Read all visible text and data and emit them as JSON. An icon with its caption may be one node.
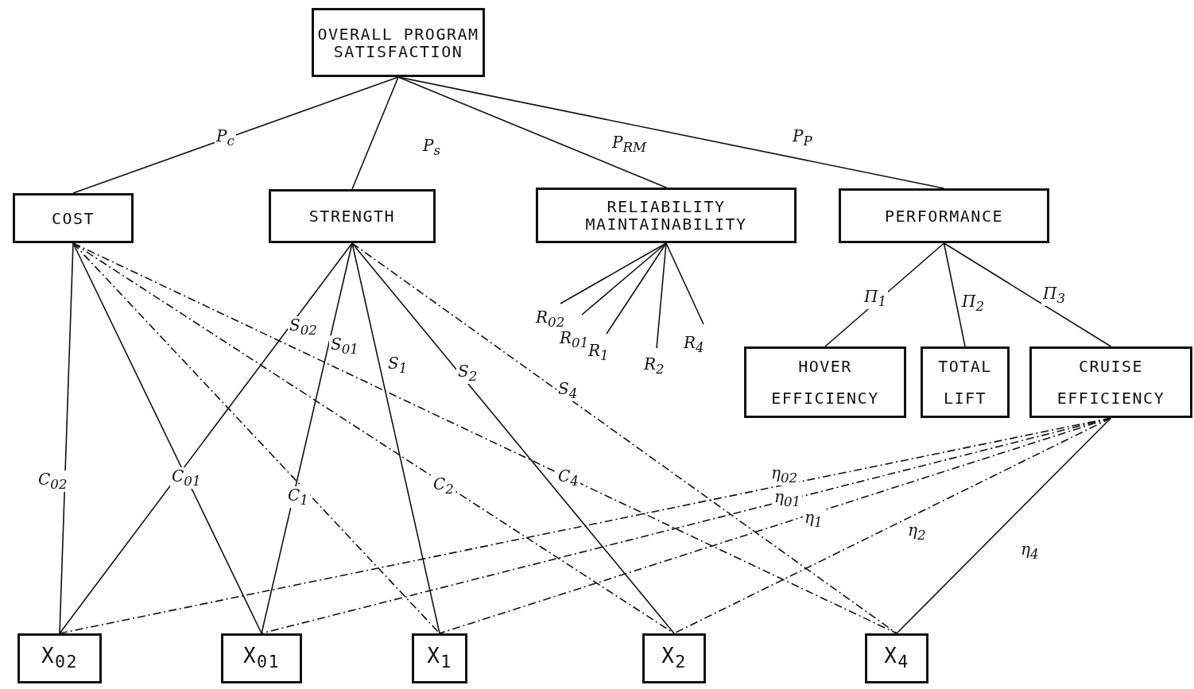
{
  "diagram": {
    "nodes": [
      {
        "text": [
          "OVERALL PROGRAM SATISFACTION"
        ]
      },
      {
        "text": [
          "COST"
        ]
      },
      {
        "text": [
          "STRENGTH"
        ]
      },
      {
        "text": [
          "RELIABILITY MAINTAINABILITY"
        ]
      },
      {
        "text": [
          "PERFORMANCE"
        ]
      },
      {
        "text": [
          "HOVER EFFICIENCY"
        ]
      },
      {
        "text": [
          "TOTAL LIFT"
        ]
      },
      {
        "text": [
          "CRUISE EFFICIENCY"
        ]
      },
      {
        "text": [
          "X$_{02}$"
        ]
      },
      {
        "text": [
          "X$_{01}$"
        ]
      },
      {
        "text": [
          "X$_{1}$"
        ]
      },
      {
        "text": [
          "X$_{2}$"
        ]
      },
      {
        "text": [
          "X$_{4}$"
        ]
      }
    ],
    "edges": [
      {
        "from": 0,
        "to": 1,
        "arrow": "none",
        "label": "P$_{c}$"
      },
      {
        "from": 0,
        "to": 2,
        "arrow": "none",
        "label": "P$_{s}$"
      },
      {
        "from": 0,
        "to": 3,
        "arrow": "none",
        "label": "P$_{RM}$"
      },
      {
        "from": 0,
        "to": 4,
        "arrow": "none",
        "label": "P$_{P}$"
      },
      {
        "from": 4,
        "to": 5,
        "arrow": "none",
        "label": "Π$_{1}$"
      },
      {
        "from": 4,
        "to": 6,
        "arrow": "none",
        "label": "Π$_{2}$"
      },
      {
        "from": 4,
        "to": 7,
        "arrow": "none",
        "label": "Π$_{3}$"
      },
      {
        "from": 3,
        "to": null,
        "arrow": "none",
        "label": "R$_{02}$"
      },
      {
        "from": 3,
        "to": null,
        "arrow": "none",
        "label": "R$_{01}$"
      },
      {
        "from": 3,
        "to": null,
        "arrow": "none",
        "label": "R$_{1}$"
      },
      {
        "from": 3,
        "to": null,
        "arrow": "none",
        "label": "R$_{2}$"
      },
      {
        "from": 3,
        "to": null,
        "arrow": "none",
        "label": "R$_{4}$"
      },
      {
        "from": 2,
        "to": 8,
        "arrow": "none",
        "label": "S$_{02}$"
      },
      {
        "from": 2,
        "to": 9,
        "arrow": "none",
        "label": "S$_{01}$"
      },
      {
        "from": 2,
        "to": 10,
        "arrow": "none",
        "label": "S$_{1}$"
      },
      {
        "from": 2,
        "to": 11,
        "arrow": "none",
        "label": "S$_{2}$"
      },
      {
        "from": 2,
        "to": 12,
        "arrow": "none",
        "label": "S$_{4}$",
        "style": "dashed"
      },
      {
        "from": 1,
        "to": 8,
        "arrow": "none",
        "label": "C$_{02}$"
      },
      {
        "from": 1,
        "to": 9,
        "arrow": "none",
        "label": "C$_{01}$"
      },
      {
        "from": 1,
        "to": 10,
        "arrow": "none",
        "label": "C$_{1}$",
        "style": "dashed"
      },
      {
        "from": 1,
        "to": 11,
        "arrow": "none",
        "label": "C$_{2}$",
        "style": "dashed"
      },
      {
        "from": 1,
        "to": 12,
        "arrow": "none",
        "label": "C$_{4}$",
        "style": "dashed"
      },
      {
        "from": 7,
        "to": 8,
        "arrow": "none",
        "label": "η$_{02}$",
        "style": "dashed"
      },
      {
        "from": 7,
        "to": 9,
        "arrow": "none",
        "label": "η$_{01}$",
        "style": "dashed"
      },
      {
        "from": 7,
        "to": 10,
        "arrow": "none",
        "label": "η$_{1}$",
        "style": "dashed"
      },
      {
        "from": 7,
        "to": 11,
        "arrow": "none",
        "label": "η$_{2}$",
        "style": "dashed"
      },
      {
        "from": 7,
        "to": 12,
        "arrow": "none",
        "label": "η$_{4}$"
      }
    ]
  }
}
